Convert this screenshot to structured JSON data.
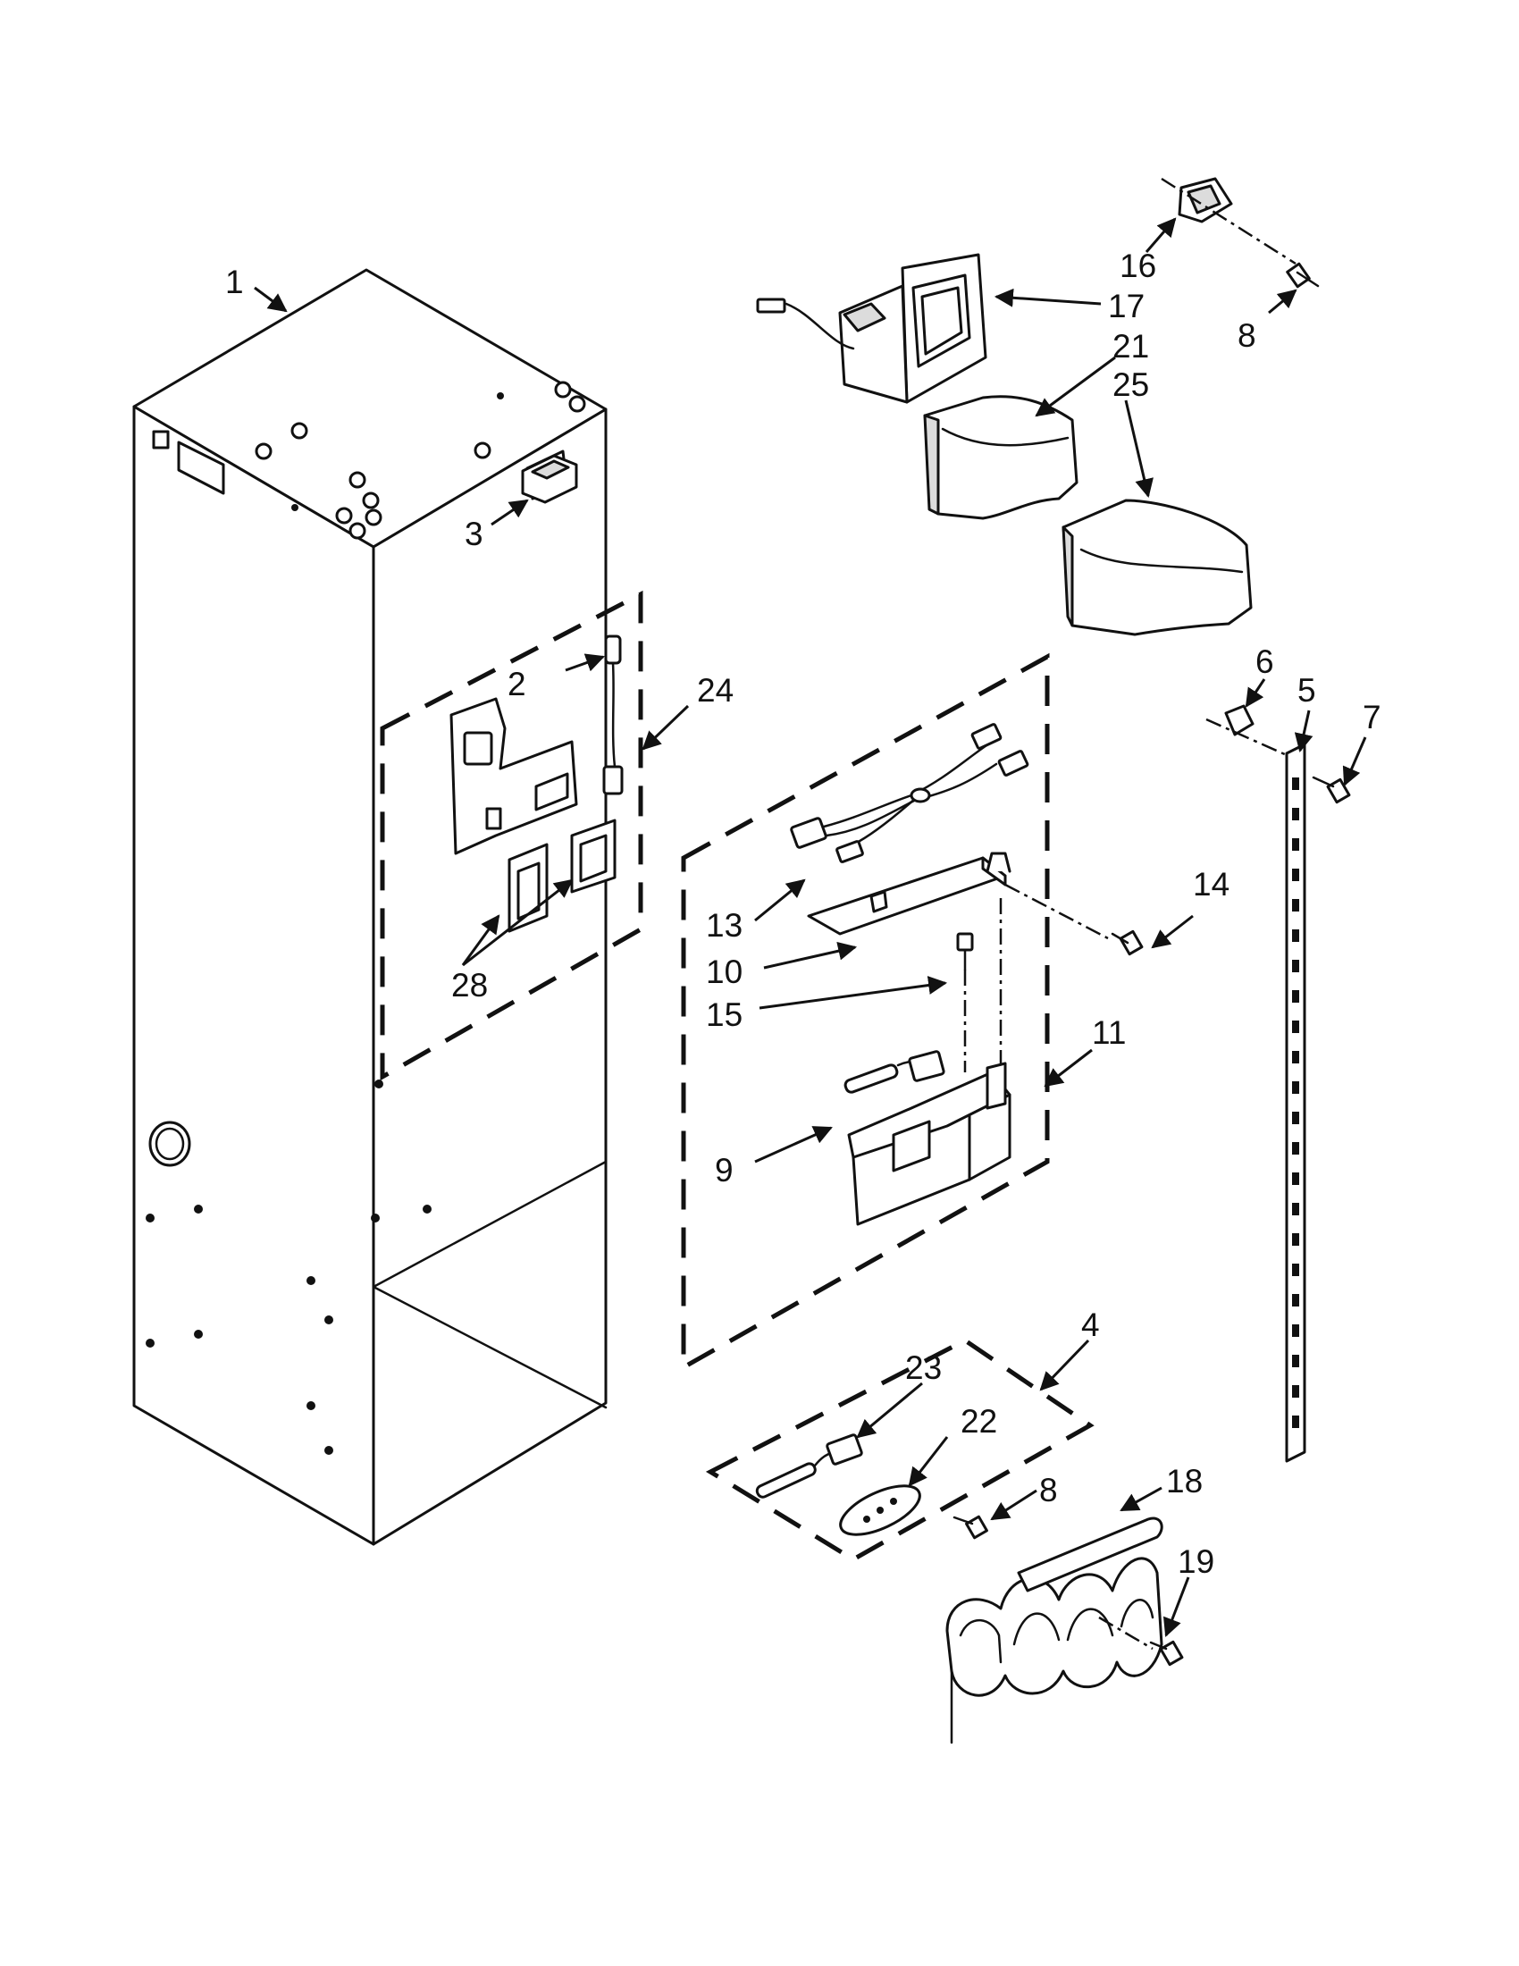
{
  "diagram": {
    "callouts": [
      {
        "id": "1",
        "text": "1"
      },
      {
        "id": "2",
        "text": "2"
      },
      {
        "id": "3",
        "text": "3"
      },
      {
        "id": "4",
        "text": "4"
      },
      {
        "id": "5",
        "text": "5"
      },
      {
        "id": "6",
        "text": "6"
      },
      {
        "id": "7",
        "text": "7"
      },
      {
        "id": "8a",
        "text": "8"
      },
      {
        "id": "8b",
        "text": "8"
      },
      {
        "id": "9",
        "text": "9"
      },
      {
        "id": "10",
        "text": "10"
      },
      {
        "id": "11",
        "text": "11"
      },
      {
        "id": "13",
        "text": "13"
      },
      {
        "id": "14",
        "text": "14"
      },
      {
        "id": "15",
        "text": "15"
      },
      {
        "id": "16",
        "text": "16"
      },
      {
        "id": "17",
        "text": "17"
      },
      {
        "id": "18",
        "text": "18"
      },
      {
        "id": "19",
        "text": "19"
      },
      {
        "id": "21",
        "text": "21"
      },
      {
        "id": "22",
        "text": "22"
      },
      {
        "id": "23",
        "text": "23"
      },
      {
        "id": "24",
        "text": "24"
      },
      {
        "id": "25",
        "text": "25"
      },
      {
        "id": "28",
        "text": "28"
      }
    ]
  }
}
